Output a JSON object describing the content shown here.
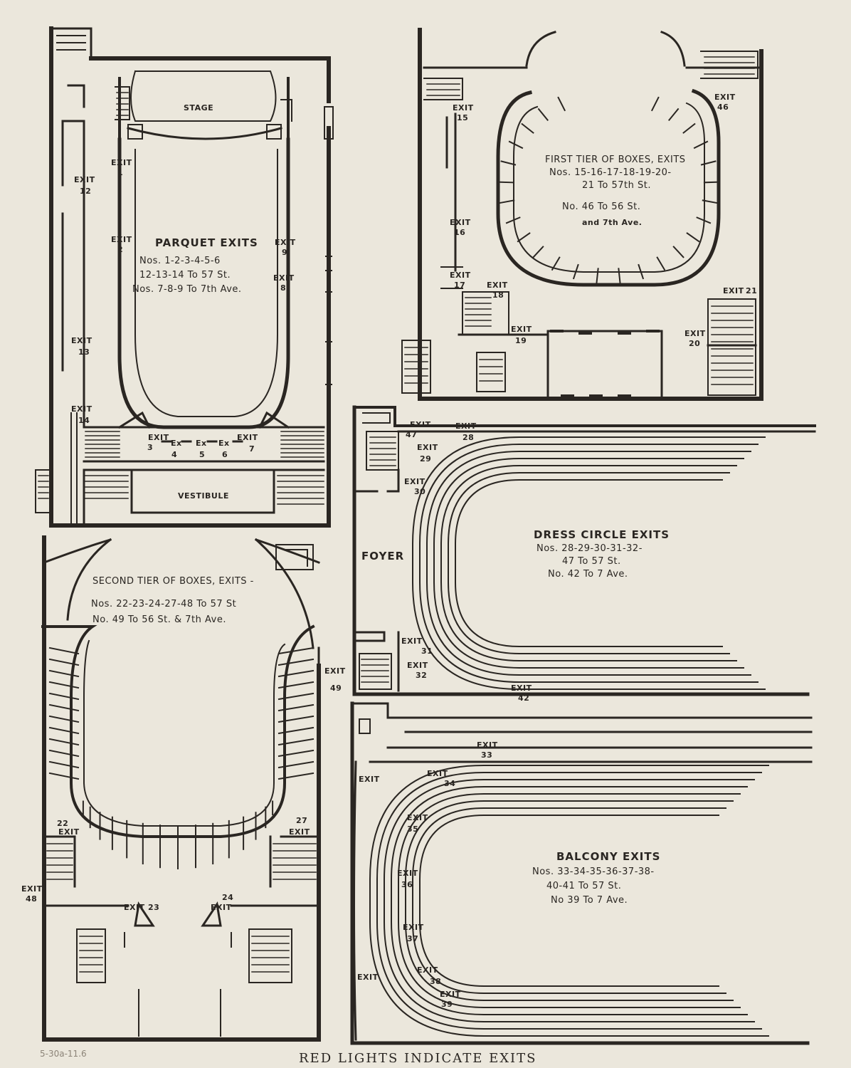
{
  "caption": "RED LIGHTS INDICATE EXITS",
  "pencil_note": "5-30a-11.6",
  "parquet": {
    "stage": "STAGE",
    "vestibule": "VESTIBULE",
    "title": "PARQUET EXITS",
    "line1": "Nos. 1-2-3-4-5-6",
    "line2": "12-13-14 To 57 St.",
    "line3": "Nos. 7-8-9 To 7th Ave.",
    "exits": [
      {
        "word": "EXIT",
        "num": "1"
      },
      {
        "word": "EXIT",
        "num": "2"
      },
      {
        "word": "EXIT",
        "num": "3"
      },
      {
        "word": "Ex",
        "num": "4"
      },
      {
        "word": "Ex",
        "num": "5"
      },
      {
        "word": "Ex",
        "num": "6"
      },
      {
        "word": "EXIT",
        "num": "7"
      },
      {
        "word": "EXIT",
        "num": "8"
      },
      {
        "word": "EXIT",
        "num": "9"
      },
      {
        "word": "EXIT",
        "num": "12"
      },
      {
        "word": "EXIT",
        "num": "13"
      },
      {
        "word": "EXIT",
        "num": "14"
      }
    ]
  },
  "first_tier": {
    "title": "FIRST TIER OF BOXES, EXITS",
    "line1": "Nos. 15-16-17-18-19-20-",
    "line2": "21 To 57th St.",
    "line3": "No. 46 To 56 St.",
    "line4": "and 7th Ave.",
    "exits": [
      {
        "word": "EXIT",
        "num": "15"
      },
      {
        "word": "EXIT",
        "num": "16"
      },
      {
        "word": "EXIT",
        "num": "17"
      },
      {
        "word": "EXIT",
        "num": "18"
      },
      {
        "word": "EXIT",
        "num": "19"
      },
      {
        "word": "EXIT",
        "num": "20"
      },
      {
        "word": "EXIT",
        "num": "21"
      },
      {
        "word": "EXIT",
        "num": "46"
      }
    ]
  },
  "dress_circle": {
    "foyer": "FOYER",
    "title": "DRESS CIRCLE EXITS",
    "line1": "Nos. 28-29-30-31-32-",
    "line2": "47 To 57 St.",
    "line3": "No. 42 To 7 Ave.",
    "exits": [
      {
        "word": "EXIT",
        "num": "47"
      },
      {
        "word": "EXIT",
        "num": "28"
      },
      {
        "word": "EXIT",
        "num": "29"
      },
      {
        "word": "EXIT",
        "num": "30"
      },
      {
        "word": "EXIT",
        "num": "31"
      },
      {
        "word": "EXIT",
        "num": "32"
      },
      {
        "word": "EXIT",
        "num": "42"
      }
    ]
  },
  "second_tier": {
    "title": "SECOND TIER OF BOXES, EXITS -",
    "line1": "Nos. 22-23-24-27-48 To 57 St",
    "line2": "No. 49 To 56 St. & 7th Ave.",
    "exits": [
      {
        "word": "EXIT",
        "num": "22"
      },
      {
        "word": "EXIT",
        "num": "23"
      },
      {
        "word": "EXIT",
        "num": "24"
      },
      {
        "word": "EXIT",
        "num": "27"
      },
      {
        "word": "EXIT",
        "num": "48"
      },
      {
        "word": "EXIT",
        "num": "49"
      }
    ]
  },
  "balcony": {
    "title": "BALCONY EXITS",
    "line1": "Nos. 33-34-35-36-37-38-",
    "line2": "40-41 To 57 St.",
    "line3": "No 39 To 7 Ave.",
    "side_exit_top": "EXIT",
    "side_exit_bottom": "EXIT",
    "exits": [
      {
        "word": "EXIT",
        "num": "33"
      },
      {
        "word": "EXIT",
        "num": "34"
      },
      {
        "word": "EXIT",
        "num": "35"
      },
      {
        "word": "EXIT",
        "num": "36"
      },
      {
        "word": "EXIT",
        "num": "37"
      },
      {
        "word": "EXIT",
        "num": "38"
      },
      {
        "word": "EXIT",
        "num": "39"
      }
    ]
  }
}
